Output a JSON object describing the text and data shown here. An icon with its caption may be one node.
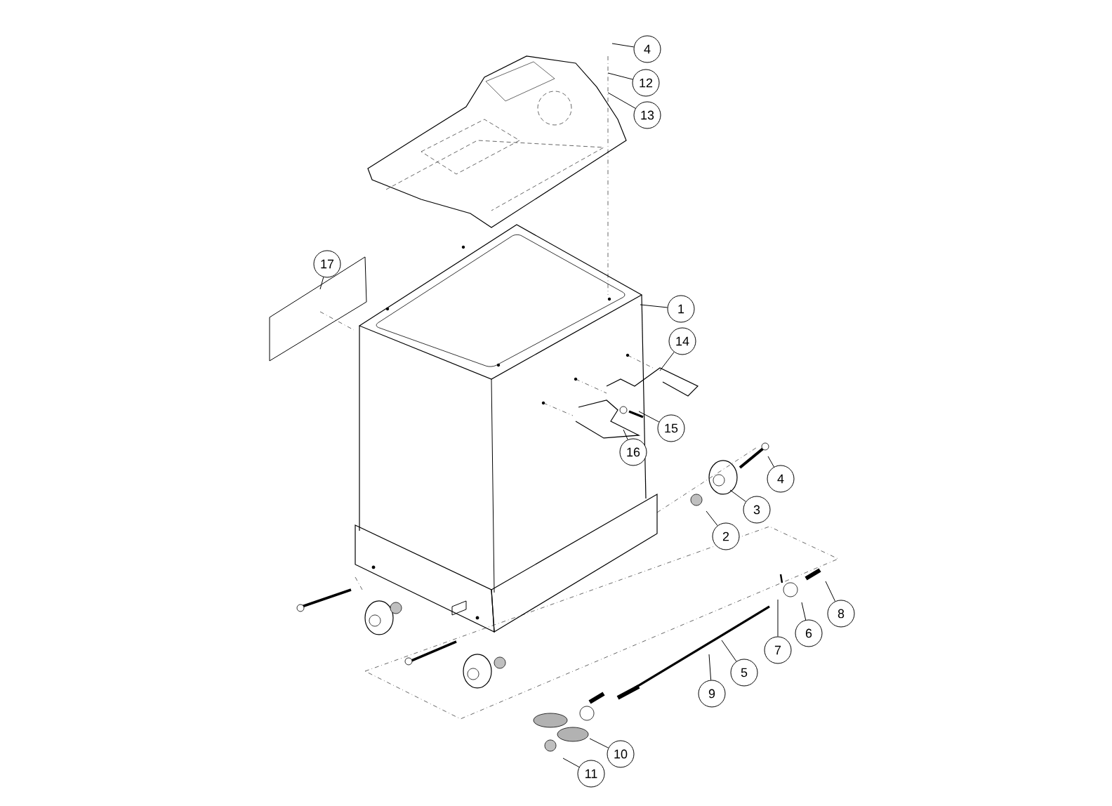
{
  "diagram": {
    "nodes": [
      {
        "text": [
          "4"
        ]
      },
      {
        "text": [
          "12"
        ]
      },
      {
        "text": [
          "13"
        ]
      },
      {
        "text": [
          "17"
        ]
      },
      {
        "text": [
          "1"
        ]
      },
      {
        "text": [
          "14"
        ]
      },
      {
        "text": [
          "15"
        ]
      },
      {
        "text": [
          "16"
        ]
      },
      {
        "text": [
          "4"
        ]
      },
      {
        "text": [
          "3"
        ]
      },
      {
        "text": [
          "2"
        ]
      },
      {
        "text": [
          "8"
        ]
      },
      {
        "text": [
          "6"
        ]
      },
      {
        "text": [
          "7"
        ]
      },
      {
        "text": [
          "5"
        ]
      },
      {
        "text": [
          "9"
        ]
      },
      {
        "text": [
          "10"
        ]
      },
      {
        "text": [
          "11"
        ]
      }
    ],
    "edges": [
      {
        "from": 0,
        "to": null,
        "arrow": "none"
      },
      {
        "from": 1,
        "to": null,
        "arrow": "none"
      },
      {
        "from": 2,
        "to": null,
        "arrow": "none"
      },
      {
        "from": 3,
        "to": null,
        "arrow": "none"
      },
      {
        "from": 4,
        "to": null,
        "arrow": "none"
      },
      {
        "from": 5,
        "to": null,
        "arrow": "none"
      },
      {
        "from": 6,
        "to": null,
        "arrow": "none"
      },
      {
        "from": 7,
        "to": null,
        "arrow": "none"
      },
      {
        "from": 8,
        "to": null,
        "arrow": "none"
      },
      {
        "from": 9,
        "to": null,
        "arrow": "none"
      },
      {
        "from": 10,
        "to": null,
        "arrow": "none"
      },
      {
        "from": 11,
        "to": null,
        "arrow": "none"
      },
      {
        "from": 12,
        "to": null,
        "arrow": "none"
      },
      {
        "from": 13,
        "to": null,
        "arrow": "none"
      },
      {
        "from": 14,
        "to": null,
        "arrow": "none"
      },
      {
        "from": 15,
        "to": null,
        "arrow": "none"
      },
      {
        "from": 16,
        "to": null,
        "arrow": "none"
      },
      {
        "from": 17,
        "to": null,
        "arrow": "none"
      }
    ]
  }
}
